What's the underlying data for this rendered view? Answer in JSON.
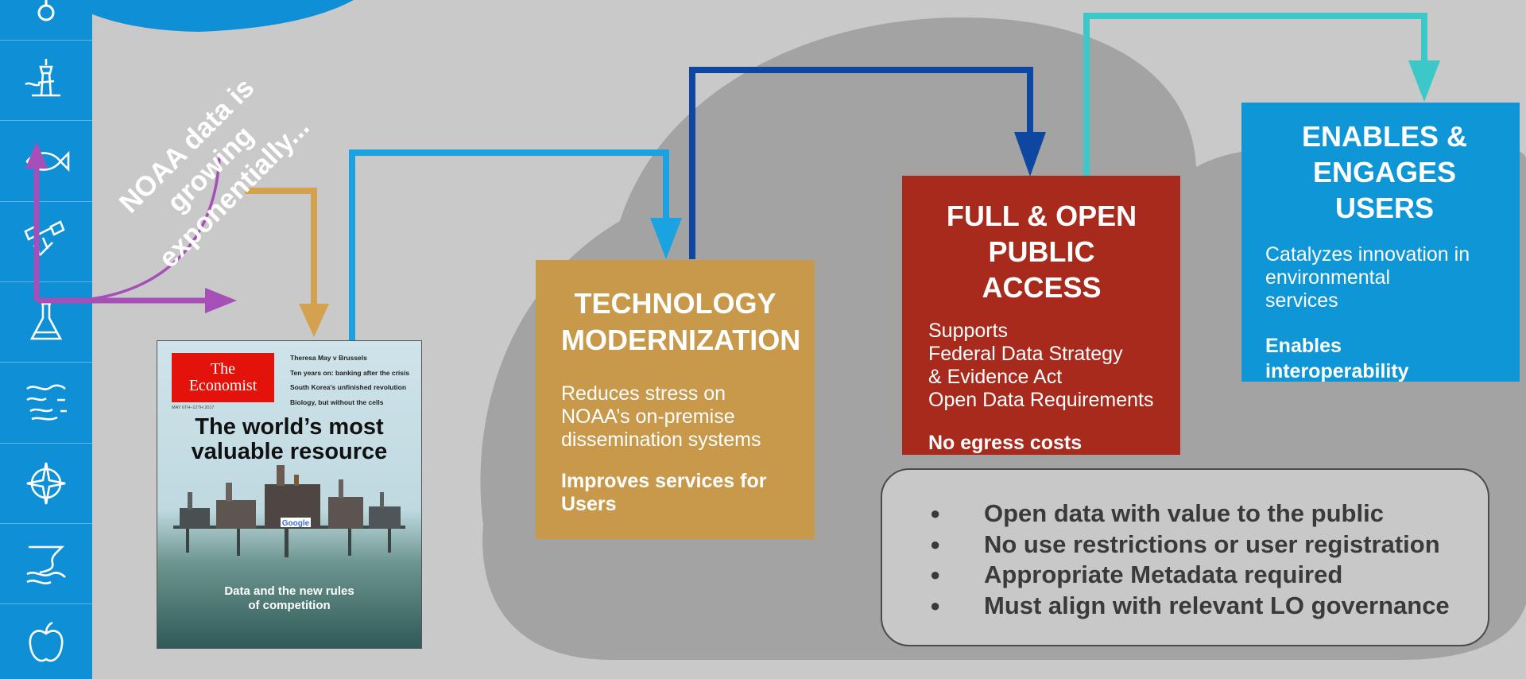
{
  "headline": {
    "lines": [
      "NOAA data is",
      "growing",
      "exponentially..."
    ]
  },
  "sidebar": {
    "icons": [
      "circle-top-icon",
      "lighthouse-icon",
      "fish-icon",
      "satellite-icon",
      "flask-icon",
      "weather-map-icon",
      "compass-icon",
      "coastline-icon",
      "apple-icon"
    ]
  },
  "technology": {
    "title_lines": [
      "TECHNOLOGY",
      "MODERNIZATION"
    ],
    "body_lines": [
      "Reduces stress on",
      "NOAA’s on-premise",
      "dissemination systems"
    ],
    "strong_lines": [
      "Improves services for",
      "Users"
    ]
  },
  "full_open": {
    "title_lines": [
      "FULL & OPEN",
      "PUBLIC ACCESS"
    ],
    "body_lines": [
      "Supports",
      "Federal Data Strategy",
      "& Evidence Act",
      "Open Data Requirements"
    ],
    "strong_lines": [
      "No egress costs"
    ]
  },
  "enables": {
    "title_lines": [
      "ENABLES &",
      "ENGAGES  USERS"
    ],
    "body_lines": [
      "Catalyzes innovation in",
      "environmental",
      "services"
    ],
    "strong_lines": [
      "Enables",
      "interoperability"
    ]
  },
  "bullets": [
    "Open data with value to the public",
    "No use restrictions or user registration",
    "Appropriate Metadata required",
    "Must align with relevant LO governance"
  ],
  "cover": {
    "logo_lines": [
      "The",
      "Economist"
    ],
    "kicker_lines": [
      "Theresa May v Brussels",
      "Ten years on: banking after the crisis",
      "South Korea's unfinished revolution",
      "Biology, but without the cells"
    ],
    "date": "MAY 6TH–12TH 2017",
    "title_lines": [
      "The world’s most",
      "valuable resource"
    ],
    "subtitle_lines": [
      "Data and the new rules",
      "of competition"
    ],
    "brand_mark": "Google"
  },
  "colors": {
    "sidebar": "#0e8fd6",
    "background": "#c9c9c9",
    "cloud": "#a3a3a3",
    "tech": "#c8994a",
    "full": "#a82a1c",
    "enables": "#0e96d6",
    "arrow_gold": "#d4a24e",
    "arrow_blue": "#1aa3e0",
    "arrow_navy": "#0d47a1",
    "arrow_teal": "#3cc8c8",
    "arrow_purple": "#a64fb8"
  }
}
